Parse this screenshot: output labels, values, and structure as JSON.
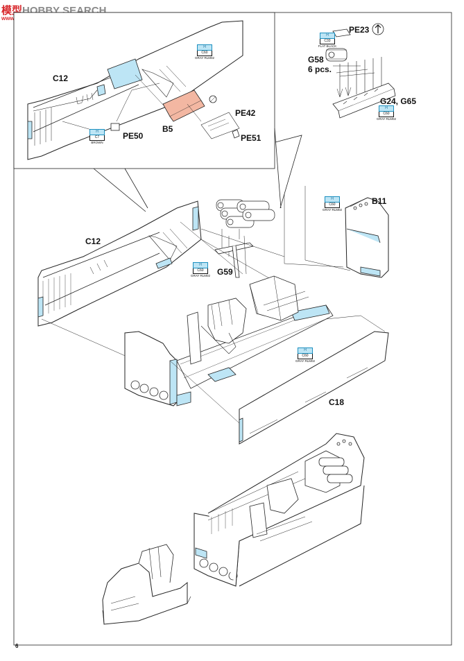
{
  "watermark": {
    "brand_cn": "模型",
    "brand_en": "HOBBY SEARCH",
    "site": "www.hobbysearch.com"
  },
  "page_number": "6",
  "labels": {
    "c12_top": "C12",
    "pe50": "PE50",
    "b5": "B5",
    "pe42": "PE42",
    "pe51": "PE51",
    "pe23": "PE23",
    "g58": "G58",
    "g58_qty": "6 pcs.",
    "g24_g65": "G24, G65",
    "b11": "B11",
    "c12_main": "C12",
    "g59": "G59",
    "c18": "C18"
  },
  "paints": {
    "c7": {
      "code": "C7",
      "name": "BROWN"
    },
    "c60_a": {
      "code": "C60",
      "name": "GRAY RLM02"
    },
    "c33": {
      "code": "C33",
      "name": "FLAT BLACK"
    },
    "c60_b": {
      "code": "C60",
      "name": "GRAY RLM02"
    },
    "c60_c": {
      "code": "C60",
      "name": "GRAY RLM02"
    },
    "c60_d": {
      "code": "C60",
      "name": "GRAY RLM02"
    },
    "c60_e": {
      "code": "C60",
      "name": "GRAY RLM02"
    }
  },
  "colors": {
    "blue_highlight": "#bde5f5",
    "salmon_highlight": "#f3b7a2",
    "line": "#222222",
    "watermark_red": "#d8282c"
  },
  "icons": {
    "rotate": "rotate-arrow-icon"
  }
}
